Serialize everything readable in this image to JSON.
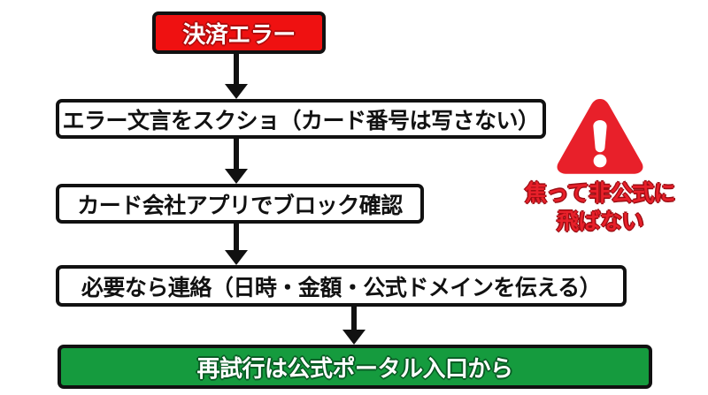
{
  "diagram": {
    "title_node": {
      "label": "決済エラー",
      "bg_color": "#ef1111",
      "text_color": "#ffffff"
    },
    "steps": [
      {
        "label": "エラー文言をスクショ（カード番号は写さない）"
      },
      {
        "label": "カード会社アプリでブロック確認"
      },
      {
        "label": "必要なら連絡（日時・金額・公式ドメインを伝える）"
      }
    ],
    "result_node": {
      "label": "再試行は公式ポータル入口から",
      "bg_color": "#159b3e",
      "text_color": "#ffffff"
    },
    "warning": {
      "icon_name": "warning-triangle-icon",
      "icon_color": "#e8202a",
      "line1": "焦って非公式に",
      "line2": "飛ばない",
      "text_color": "#e8202a"
    },
    "arrows": {
      "icon_name": "arrow-down-icon",
      "color": "#111111",
      "count": 4
    },
    "colors": {
      "background": "#ffffff",
      "border": "#111111",
      "red": "#ef1111",
      "green": "#159b3e",
      "warning_red": "#e8202a"
    }
  }
}
